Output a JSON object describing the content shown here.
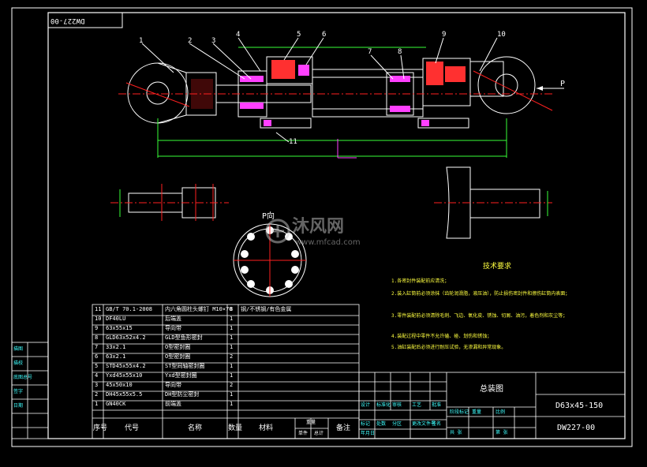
{
  "drawing": {
    "stamp_top_left": "DW227-00",
    "drawing_no": "DW227-00",
    "model": "D63x45-150",
    "title": "总装图"
  },
  "balloons": [
    "1",
    "2",
    "3",
    "4",
    "5",
    "6",
    "7",
    "8",
    "9",
    "10",
    "11"
  ],
  "view_label": "P向",
  "arrow_label": "P",
  "tech_req": {
    "heading": "技术要求",
    "items": [
      "1.各密封件装配前应清洗；",
      "2.装入缸筒前必须涂抹（齿轮润滑脂，液压油），防止损伤密封件和擦伤缸筒内表面；",
      "3.零件装配前必须清除毛刺、飞边、氧化皮、锈蚀、切屑、油污，着色剂和灰尘等；",
      "4.装配过程中零件不允许磕、碰、划伤和锈蚀；",
      "5.油缸装配后必须进行耐压试验，无渗漏和异常现象。"
    ]
  },
  "bom": {
    "headers": [
      "序号",
      "代号",
      "名称",
      "数量",
      "材料",
      "单件",
      "总计",
      "备注"
    ],
    "weight_header": "重量",
    "rows": [
      [
        "11",
        "GB/T 70.1-2008",
        "内六角圆柱头螺钉 M10×70",
        "8",
        "钢/不锈钢/有色金属"
      ],
      [
        "10",
        "DF40LU",
        "后端盖",
        "1",
        ""
      ],
      [
        "9",
        "63x55x15",
        "导向带",
        "1",
        ""
      ],
      [
        "8",
        "GLD63x52x4.2",
        "GLD型鱼形密封",
        "1",
        ""
      ],
      [
        "7",
        "33x2.1",
        "O型密封圈",
        "1",
        ""
      ],
      [
        "6",
        "63x2.1",
        "O型密封圈",
        "2",
        ""
      ],
      [
        "5",
        "STD45x55x4.2",
        "ST型同轴密封圈",
        "1",
        ""
      ],
      [
        "4",
        "Yxd45x55x10",
        "Yxd型密封圈",
        "1",
        ""
      ],
      [
        "3",
        "45x50x10",
        "导向带",
        "2",
        ""
      ],
      [
        "2",
        "DH45x55x5.5",
        "DH型防尘密封",
        "1",
        ""
      ],
      [
        "1",
        "GN40CK",
        "前端盖",
        "1",
        ""
      ]
    ]
  },
  "side_labels": [
    "描图",
    "描校",
    "底图总号",
    "签字",
    "日期"
  ],
  "titleblock_fields": [
    "标记",
    "处数",
    "分区",
    "更改文件号",
    "签名",
    "年月日",
    "设计",
    "标准化",
    "审核",
    "工艺",
    "批准",
    "阶段标记",
    "重量",
    "比例",
    "共 张",
    "第 张"
  ],
  "watermark": {
    "text": "沐风网",
    "url": "www.mfcad.com"
  },
  "colors": {
    "frame": "#ffffff",
    "part": "#ffffff",
    "section": "#ff3030",
    "seal": "#ff40ff",
    "dim": "#39ff39",
    "center": "#ff2020",
    "text_yellow": "#ffff40"
  }
}
